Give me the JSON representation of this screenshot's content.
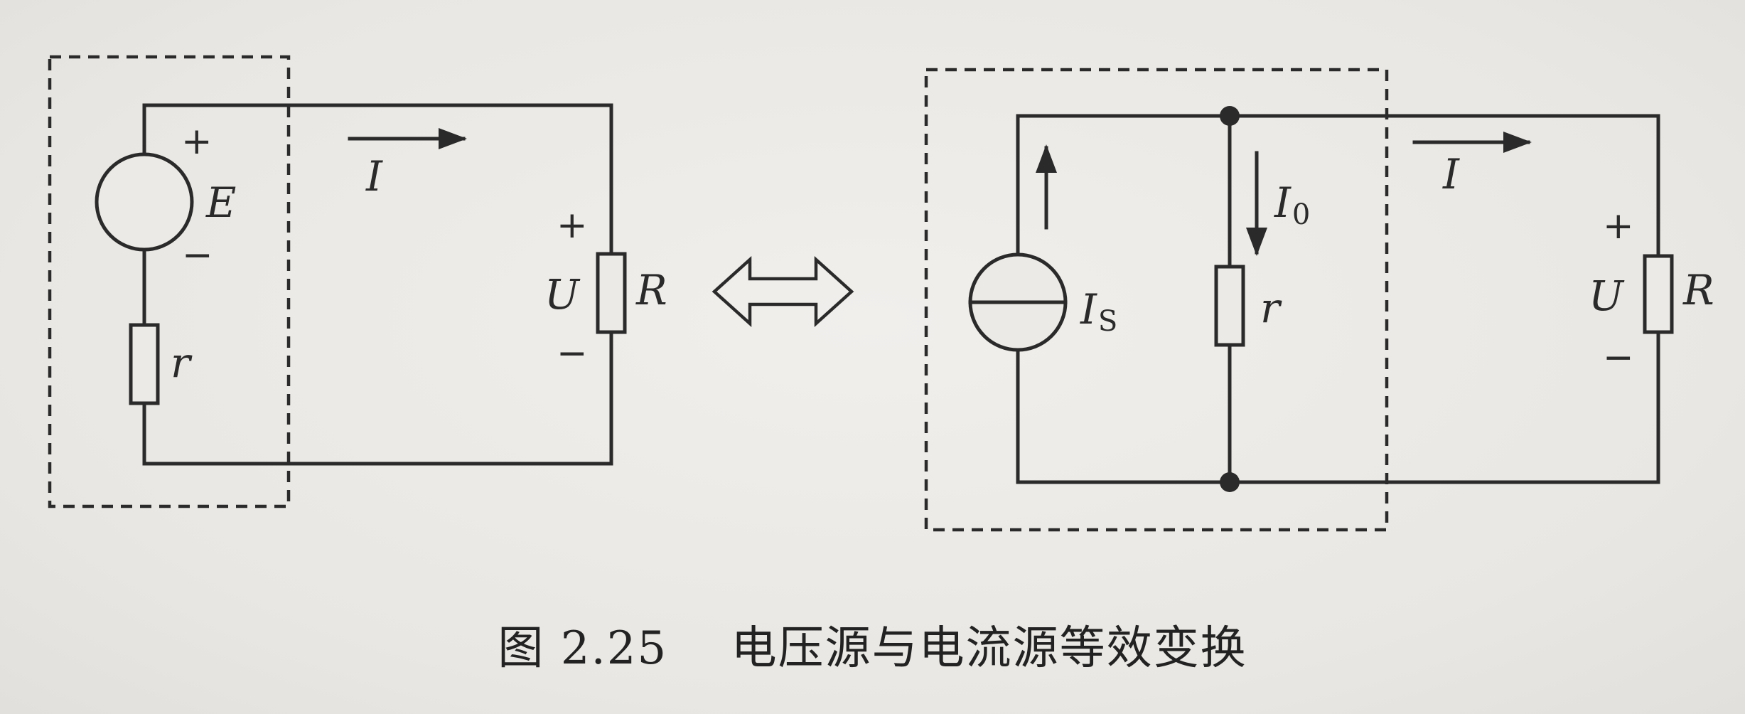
{
  "caption": {
    "number": "图 2.25",
    "title": "电压源与电流源等效变换"
  },
  "left_circuit": {
    "source_label": "E",
    "source_plus": "+",
    "source_minus": "−",
    "internal_resistor_label": "r",
    "current_label": "I",
    "voltage_label": "U",
    "voltage_plus": "+",
    "voltage_minus": "−",
    "load_label": "R"
  },
  "right_circuit": {
    "source_label": "I",
    "source_subscript": "S",
    "shunt_current_label": "I",
    "shunt_current_subscript": "0",
    "internal_resistor_label": "r",
    "current_label": "I",
    "voltage_label": "U",
    "voltage_plus": "+",
    "voltage_minus": "−",
    "load_label": "R"
  }
}
